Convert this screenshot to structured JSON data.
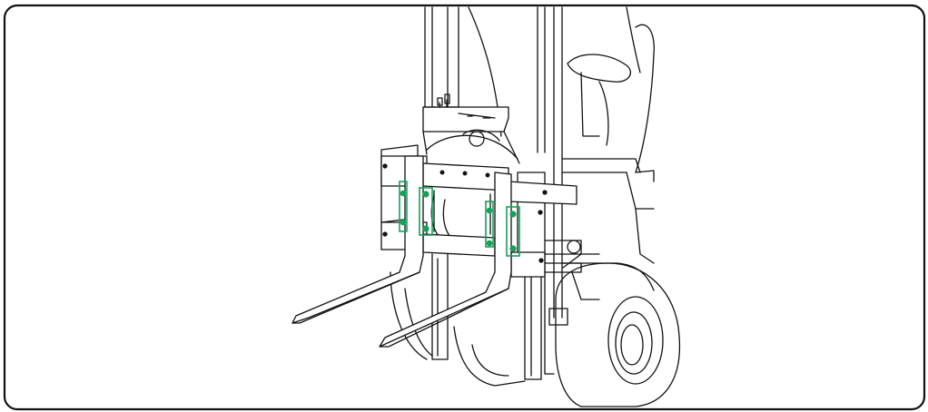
{
  "figure": {
    "subject": "forklift-rotator-attachment-illustration",
    "colors": {
      "line": "#111111",
      "background": "#ffffff",
      "highlight": "#17a05a",
      "border": "#111111"
    },
    "highlighted_parts": [
      "left-fork-hanger",
      "right-fork-hanger",
      "left-bracket",
      "right-bracket"
    ]
  }
}
